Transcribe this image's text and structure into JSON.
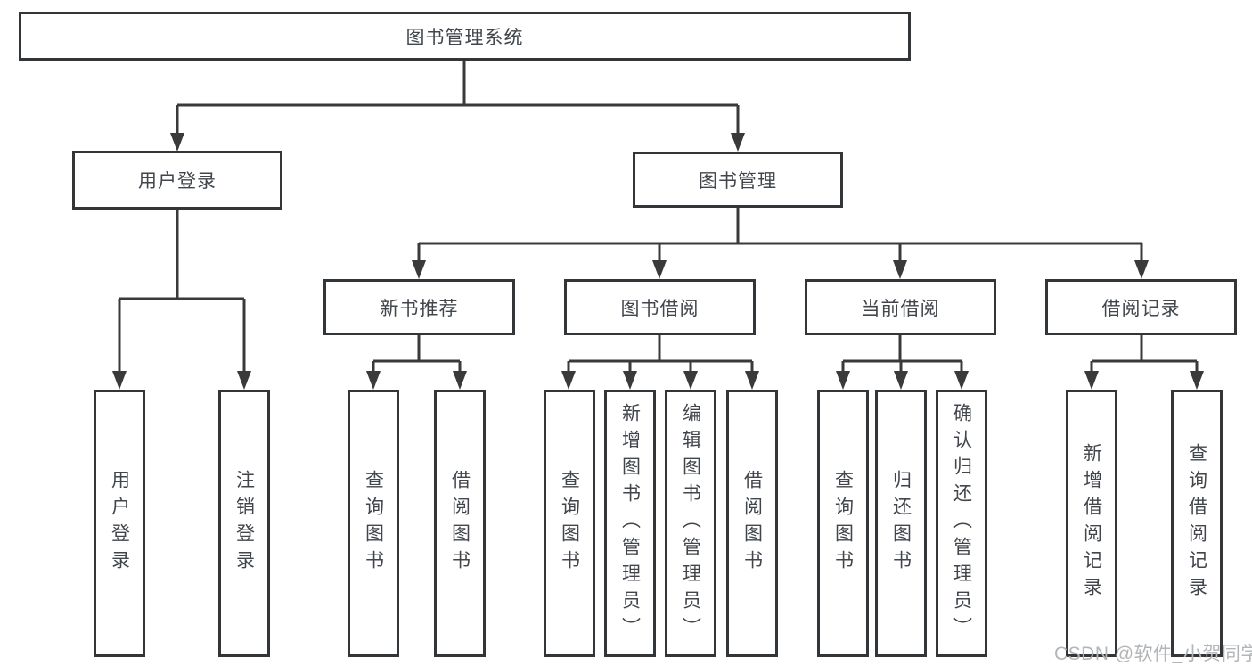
{
  "diagram": {
    "title": "图书管理系统",
    "user_login": {
      "label": "用户登录",
      "children": [
        "用户登录",
        "注销登录"
      ]
    },
    "book_mgmt": {
      "label": "图书管理",
      "sections": [
        {
          "label": "新书推荐",
          "children": [
            "查询图书",
            "借阅图书"
          ]
        },
        {
          "label": "图书借阅",
          "children": [
            "查询图书",
            "新增图书（管理员）",
            "编辑图书（管理员）",
            "借阅图书"
          ]
        },
        {
          "label": "当前借阅",
          "children": [
            "查询图书",
            "归还图书",
            "确认归还（管理员）"
          ]
        },
        {
          "label": "借阅记录",
          "children": [
            "新增借阅记录",
            "查询借阅记录"
          ]
        }
      ]
    },
    "watermark": "CSDN @软件_小贺同学",
    "colors": {
      "line": "#3a3a3a",
      "box_border": "#333639",
      "text": "#41464c",
      "watermark": "#b3b6b9",
      "background": "#ffffff"
    }
  }
}
